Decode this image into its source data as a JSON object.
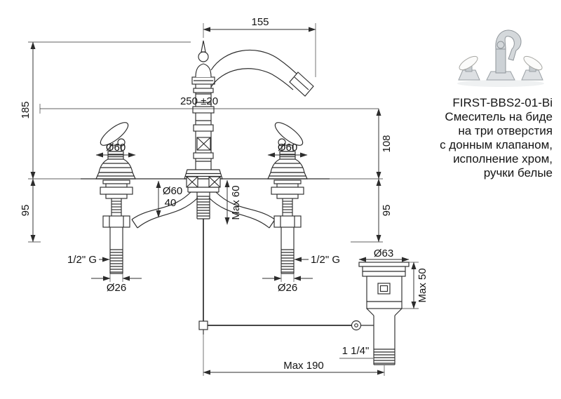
{
  "product": {
    "code": "FIRST-BBS2-01-Bi",
    "description_lines": [
      "Смеситель на биде",
      "на три отверстия",
      "с донным клапаном,",
      "исполнение хром,",
      "ручки белые"
    ]
  },
  "dimensions": {
    "spout_reach": "155",
    "height_left": "185",
    "spout_height": "250 ±20",
    "aerator_height": "108",
    "under_deck_left": "95",
    "under_deck_right": "95",
    "handle_diameter_left": "Ø60",
    "handle_diameter_right": "Ø60",
    "body_diameter": "Ø60",
    "deck_max_center": "Max 60",
    "deck_thickness": "40",
    "thread_left": "1/2\" G",
    "thread_right": "1/2\" G",
    "pipe_diameter_left": "Ø26",
    "pipe_diameter_right": "Ø26",
    "drain_flange_diameter": "Ø63",
    "drain_deck_max": "Max 50",
    "drain_thread": "1 1/4\"",
    "rod_reach_max": "Max 190"
  }
}
